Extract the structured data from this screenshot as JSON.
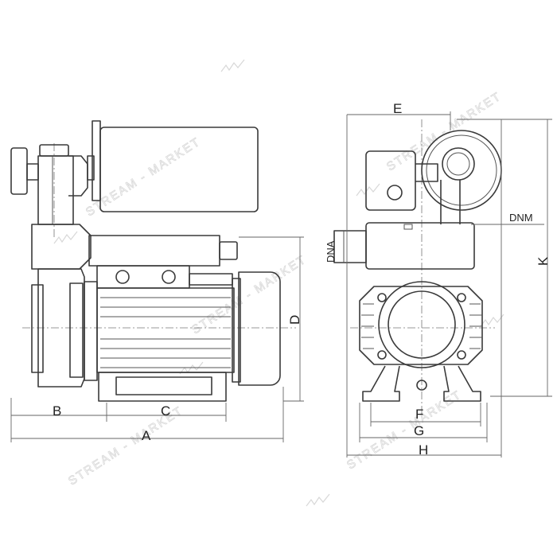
{
  "labels": {
    "a": "A",
    "b": "B",
    "c": "C",
    "d": "D",
    "e": "E",
    "f": "F",
    "g": "G",
    "h": "H",
    "k": "K",
    "dnm": "DNM",
    "dna": "DNA"
  },
  "watermark": {
    "text": "STREAM - MARKET"
  }
}
